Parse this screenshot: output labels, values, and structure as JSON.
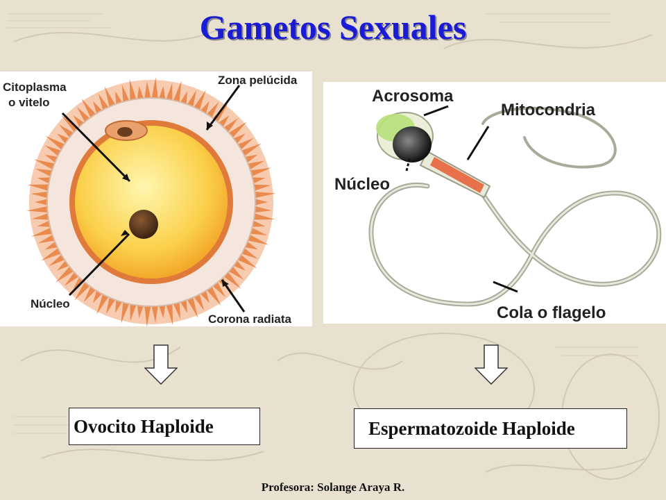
{
  "title": "Gametos Sexuales",
  "ovocito": {
    "labels": {
      "citoplasma_1": "Citoplasma",
      "citoplasma_2": "o vitelo",
      "zona": "Zona pelúcida",
      "nucleo": "Núcleo",
      "corona": "Corona radiata"
    },
    "result": "Ovocito Haploide"
  },
  "espermatozoide": {
    "labels": {
      "acrosoma": "Acrosoma",
      "mitocondria": "Mitocondria",
      "nucleo": "Núcleo",
      "cola": "Cola o flagelo"
    },
    "result": "Espermatozoide Haploide"
  },
  "footer": "Profesora: Solange Araya R."
}
